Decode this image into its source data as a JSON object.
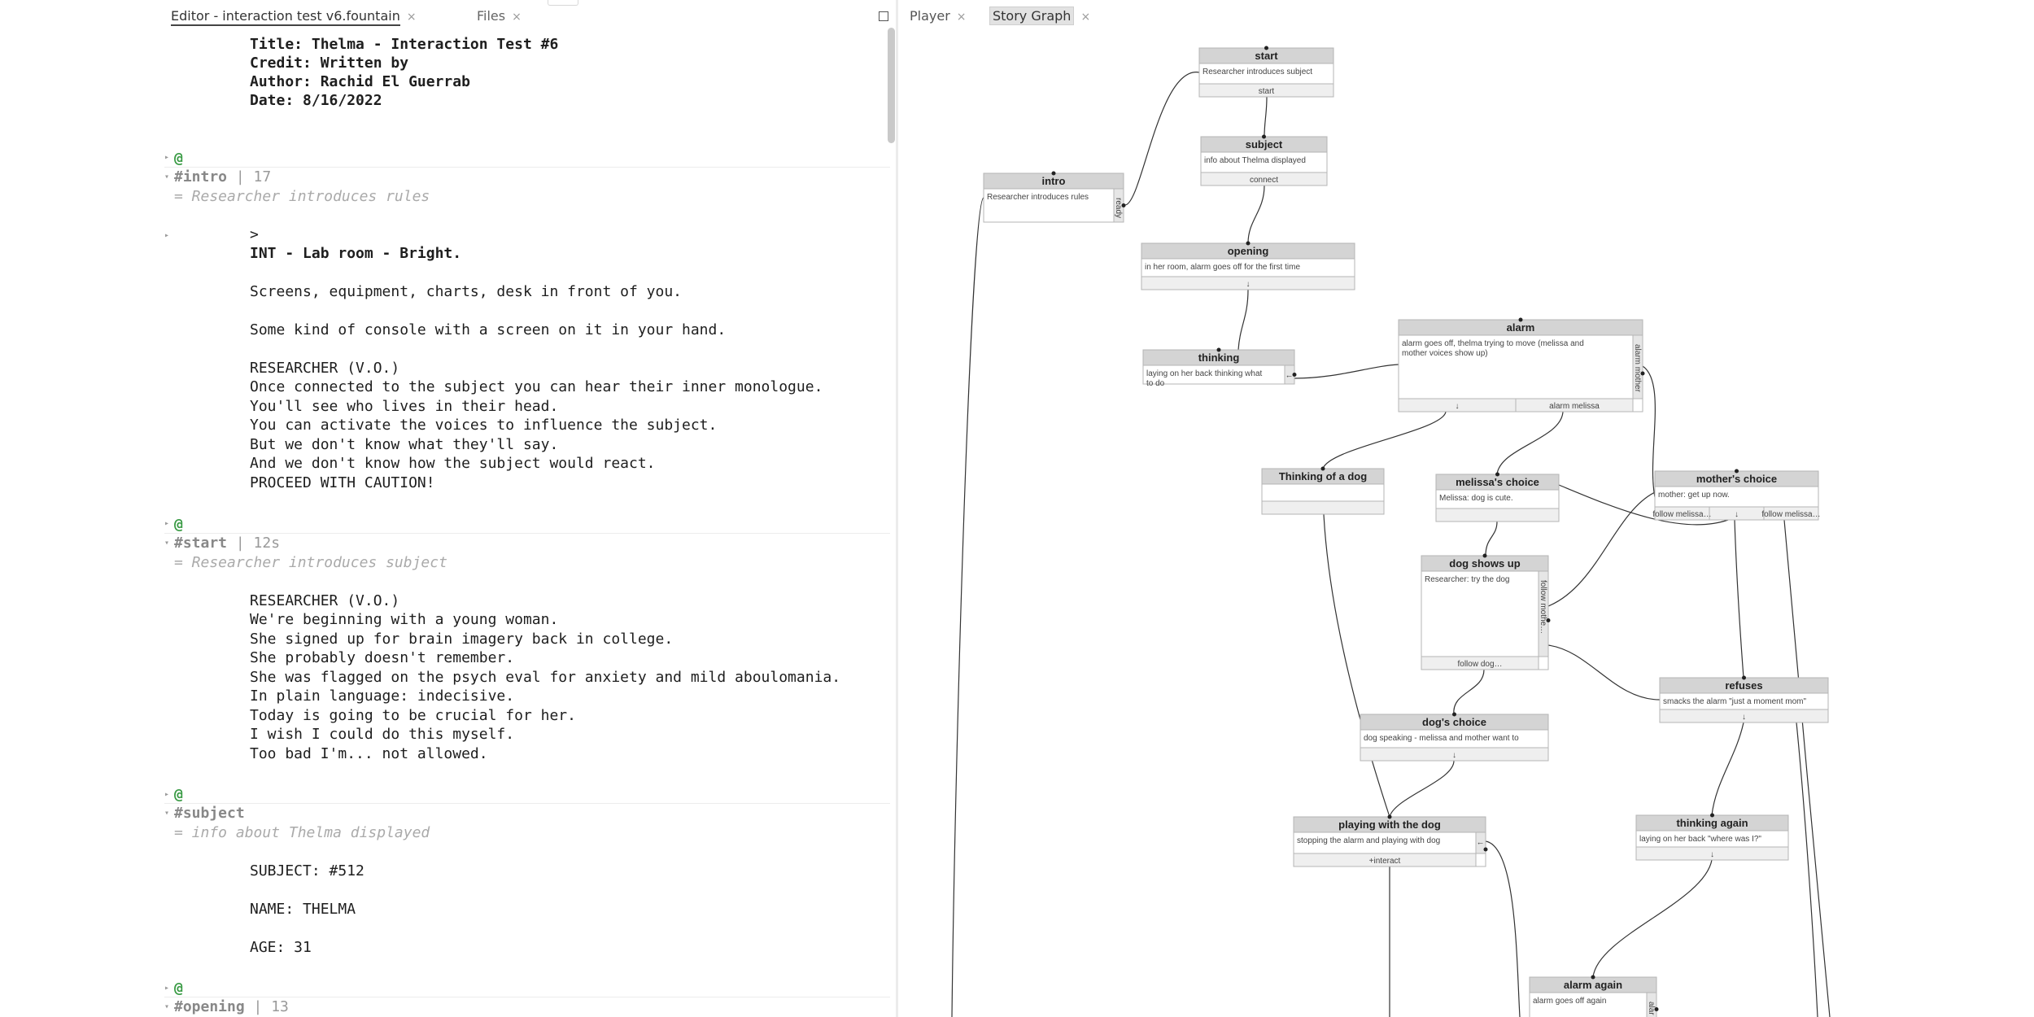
{
  "editor_tabs": {
    "editor_label": "Editor - interaction test v6.fountain",
    "files_label": "Files",
    "close_glyph": "×"
  },
  "graph_tabs": {
    "player_label": "Player",
    "graph_label": "Story Graph",
    "close_glyph": "×"
  },
  "script": {
    "meta": [
      "Title: Thelma - Interaction Test #6",
      "Credit: Written by",
      "Author: Rachid El Guerrab",
      "Date: 8/16/2022"
    ],
    "at_marker": "@",
    "intro": {
      "knot": "#intro",
      "count": "| 17",
      "desc": "= Researcher introduces rules",
      "choice_marker": ">",
      "scene": "INT - Lab room - Bright.",
      "lines": [
        "Screens, equipment, charts, desk in front of you.",
        "Some kind of console with a screen on it in your hand.",
        "RESEARCHER (V.O.)",
        "Once connected to the subject you can hear their inner monologue.",
        "You'll see who lives in their head.",
        "You can activate the voices to influence the subject.",
        "But we don't know what they'll say.",
        "And we don't know how the subject would react.",
        "PROCEED WITH CAUTION!"
      ]
    },
    "start": {
      "knot": "#start",
      "count": "| 12s",
      "desc": "= Researcher introduces subject",
      "lines": [
        "RESEARCHER (V.O.)",
        "We're beginning with a young woman.",
        "She signed up for brain imagery back in college.",
        "She probably doesn't remember.",
        "She was flagged on the psych eval for anxiety and mild aboulomania.",
        "In plain language: indecisive.",
        "Today is going to be crucial for her.",
        "I wish I could do this myself.",
        "Too bad I'm... not allowed."
      ]
    },
    "subject": {
      "knot": "#subject",
      "desc": "= info about Thelma displayed",
      "lines": [
        "SUBJECT: #512",
        "NAME: THELMA",
        "AGE: 31"
      ]
    },
    "opening": {
      "knot": "#opening",
      "count": "| 13"
    }
  },
  "graph": {
    "nodes": [
      {
        "id": "start",
        "title": "start",
        "text": "Researcher introduces subject",
        "choices": [
          "start"
        ]
      },
      {
        "id": "subject",
        "title": "subject",
        "text": "info about Thelma displayed",
        "choices": [
          "connect"
        ]
      },
      {
        "id": "intro",
        "title": "intro",
        "text": "Researcher introduces rules",
        "side": "ready"
      },
      {
        "id": "opening",
        "title": "opening",
        "text": "in her room, alarm goes off for the first time",
        "choices": [
          "↓"
        ]
      },
      {
        "id": "alarm",
        "title": "alarm",
        "text": "alarm goes off, thelma trying to move (melissa and mother voices show up)",
        "choices": [
          "↓",
          "alarm melissa"
        ],
        "side": "alarm mother"
      },
      {
        "id": "thinking",
        "title": "thinking",
        "text": "laying on her back thinking what to do",
        "side": "↓"
      },
      {
        "id": "thinking-dog",
        "title": "Thinking of a dog",
        "text": "",
        "choices": [
          ""
        ]
      },
      {
        "id": "melissas-choice",
        "title": "melissa's choice",
        "text": "Melissa: dog is cute.",
        "choices": [
          ""
        ]
      },
      {
        "id": "mothers-choice",
        "title": "mother's choice",
        "text": "mother: get up now.",
        "choices": [
          "follow melissa…",
          "↓",
          "follow melissa…"
        ]
      },
      {
        "id": "dog-shows-up",
        "title": "dog shows up",
        "text": "Researcher: try the dog",
        "choices": [
          "follow dog…"
        ],
        "side": "follow mothe…"
      },
      {
        "id": "refuses",
        "title": "refuses",
        "text": "smacks the alarm \"just a moment mom\"",
        "choices": [
          "↓"
        ]
      },
      {
        "id": "dogs-choice",
        "title": "dog's choice",
        "text": "dog speaking - melissa and mother want to",
        "choices": [
          "↓"
        ]
      },
      {
        "id": "thinking-again",
        "title": "thinking again",
        "text": "laying on her back \"where was I?\"",
        "choices": [
          "↓"
        ]
      },
      {
        "id": "playing-dog",
        "title": "playing with the dog",
        "text": "stopping the alarm and playing with dog",
        "choices": [
          "+interact"
        ],
        "side": "↓"
      },
      {
        "id": "alarm-again",
        "title": "alarm again",
        "text": "alarm goes off again",
        "side": "alar"
      }
    ]
  },
  "colors": {
    "node_header": "#d4d4d4",
    "node_border": "#b5b5b5",
    "edge": "#333333",
    "at_marker": "#3a9b45"
  }
}
